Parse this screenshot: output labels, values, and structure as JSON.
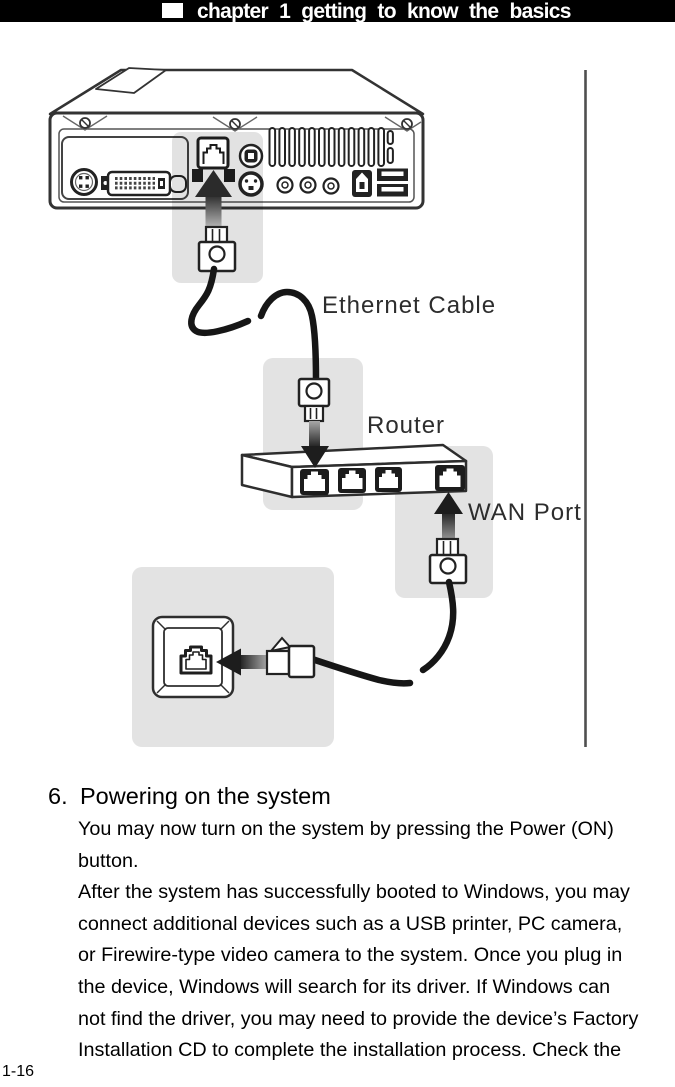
{
  "header": {
    "title": "chapter 1 getting to know the basics"
  },
  "figure": {
    "labels": {
      "ethernet_cable": "Ethernet Cable",
      "router": "Router",
      "wan_port": "WAN Port"
    }
  },
  "section": {
    "number": "6.",
    "title": "Powering on the system",
    "body_lines": [
      "You may now turn on the system by pressing the Power (ON)",
      "button.",
      "After the system has successfully booted to Windows, you may",
      "connect additional devices such as a USB printer, PC camera,",
      "or Firewire-type video camera to the system. Once you plug in",
      "the device, Windows will search for its driver. If Windows can",
      "not find the driver, you may need to provide the device’s Factory",
      "Installation CD to complete the installation process. Check the"
    ]
  },
  "footer": {
    "page_number": "1-16"
  },
  "colors": {
    "highlight_box": "#e3e3e3",
    "header_bg": "#000000",
    "label_text": "#2d2d2d",
    "line_art": "#333333"
  }
}
